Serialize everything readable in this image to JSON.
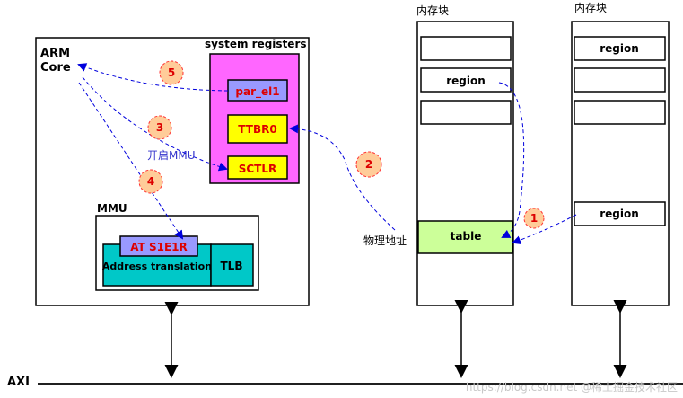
{
  "diagram": {
    "arm_core_label": "ARM\nCore",
    "system_registers_label": "system registers",
    "registers": {
      "par_el1": "par_el1",
      "ttbr0": "TTBR0",
      "sctlr": "SCTLR"
    },
    "mmu_label": "MMU",
    "at_instruction": "AT S1E1R",
    "address_translation": "Address translation",
    "tlb": "TLB",
    "enable_mmu": "开启MMU",
    "physical_address": "物理地址",
    "memory_block_left_label": "内存块",
    "memory_block_right_label": "内存块",
    "left_region": "region",
    "table": "table",
    "right_region_top": "region",
    "right_region_bottom": "region",
    "axi_label": "AXI",
    "steps": [
      "1",
      "2",
      "3",
      "4",
      "5"
    ],
    "watermark": "https://blog.csdn.net  @稀土掘金技术社区"
  },
  "colors": {
    "system_registers_fill": "#ff66ff",
    "par_el1_fill": "#9999ff",
    "register_fill": "#ffff00",
    "at_fill": "#9999ff",
    "address_translation_fill": "#00c8c8",
    "table_fill": "#ccff99",
    "step_badge_fill": "#ffcc99",
    "step_badge_stroke": "#ff3333",
    "arrow_blue": "#0000dd",
    "text_red": "#dd0000",
    "text_blue": "#3333cc"
  }
}
